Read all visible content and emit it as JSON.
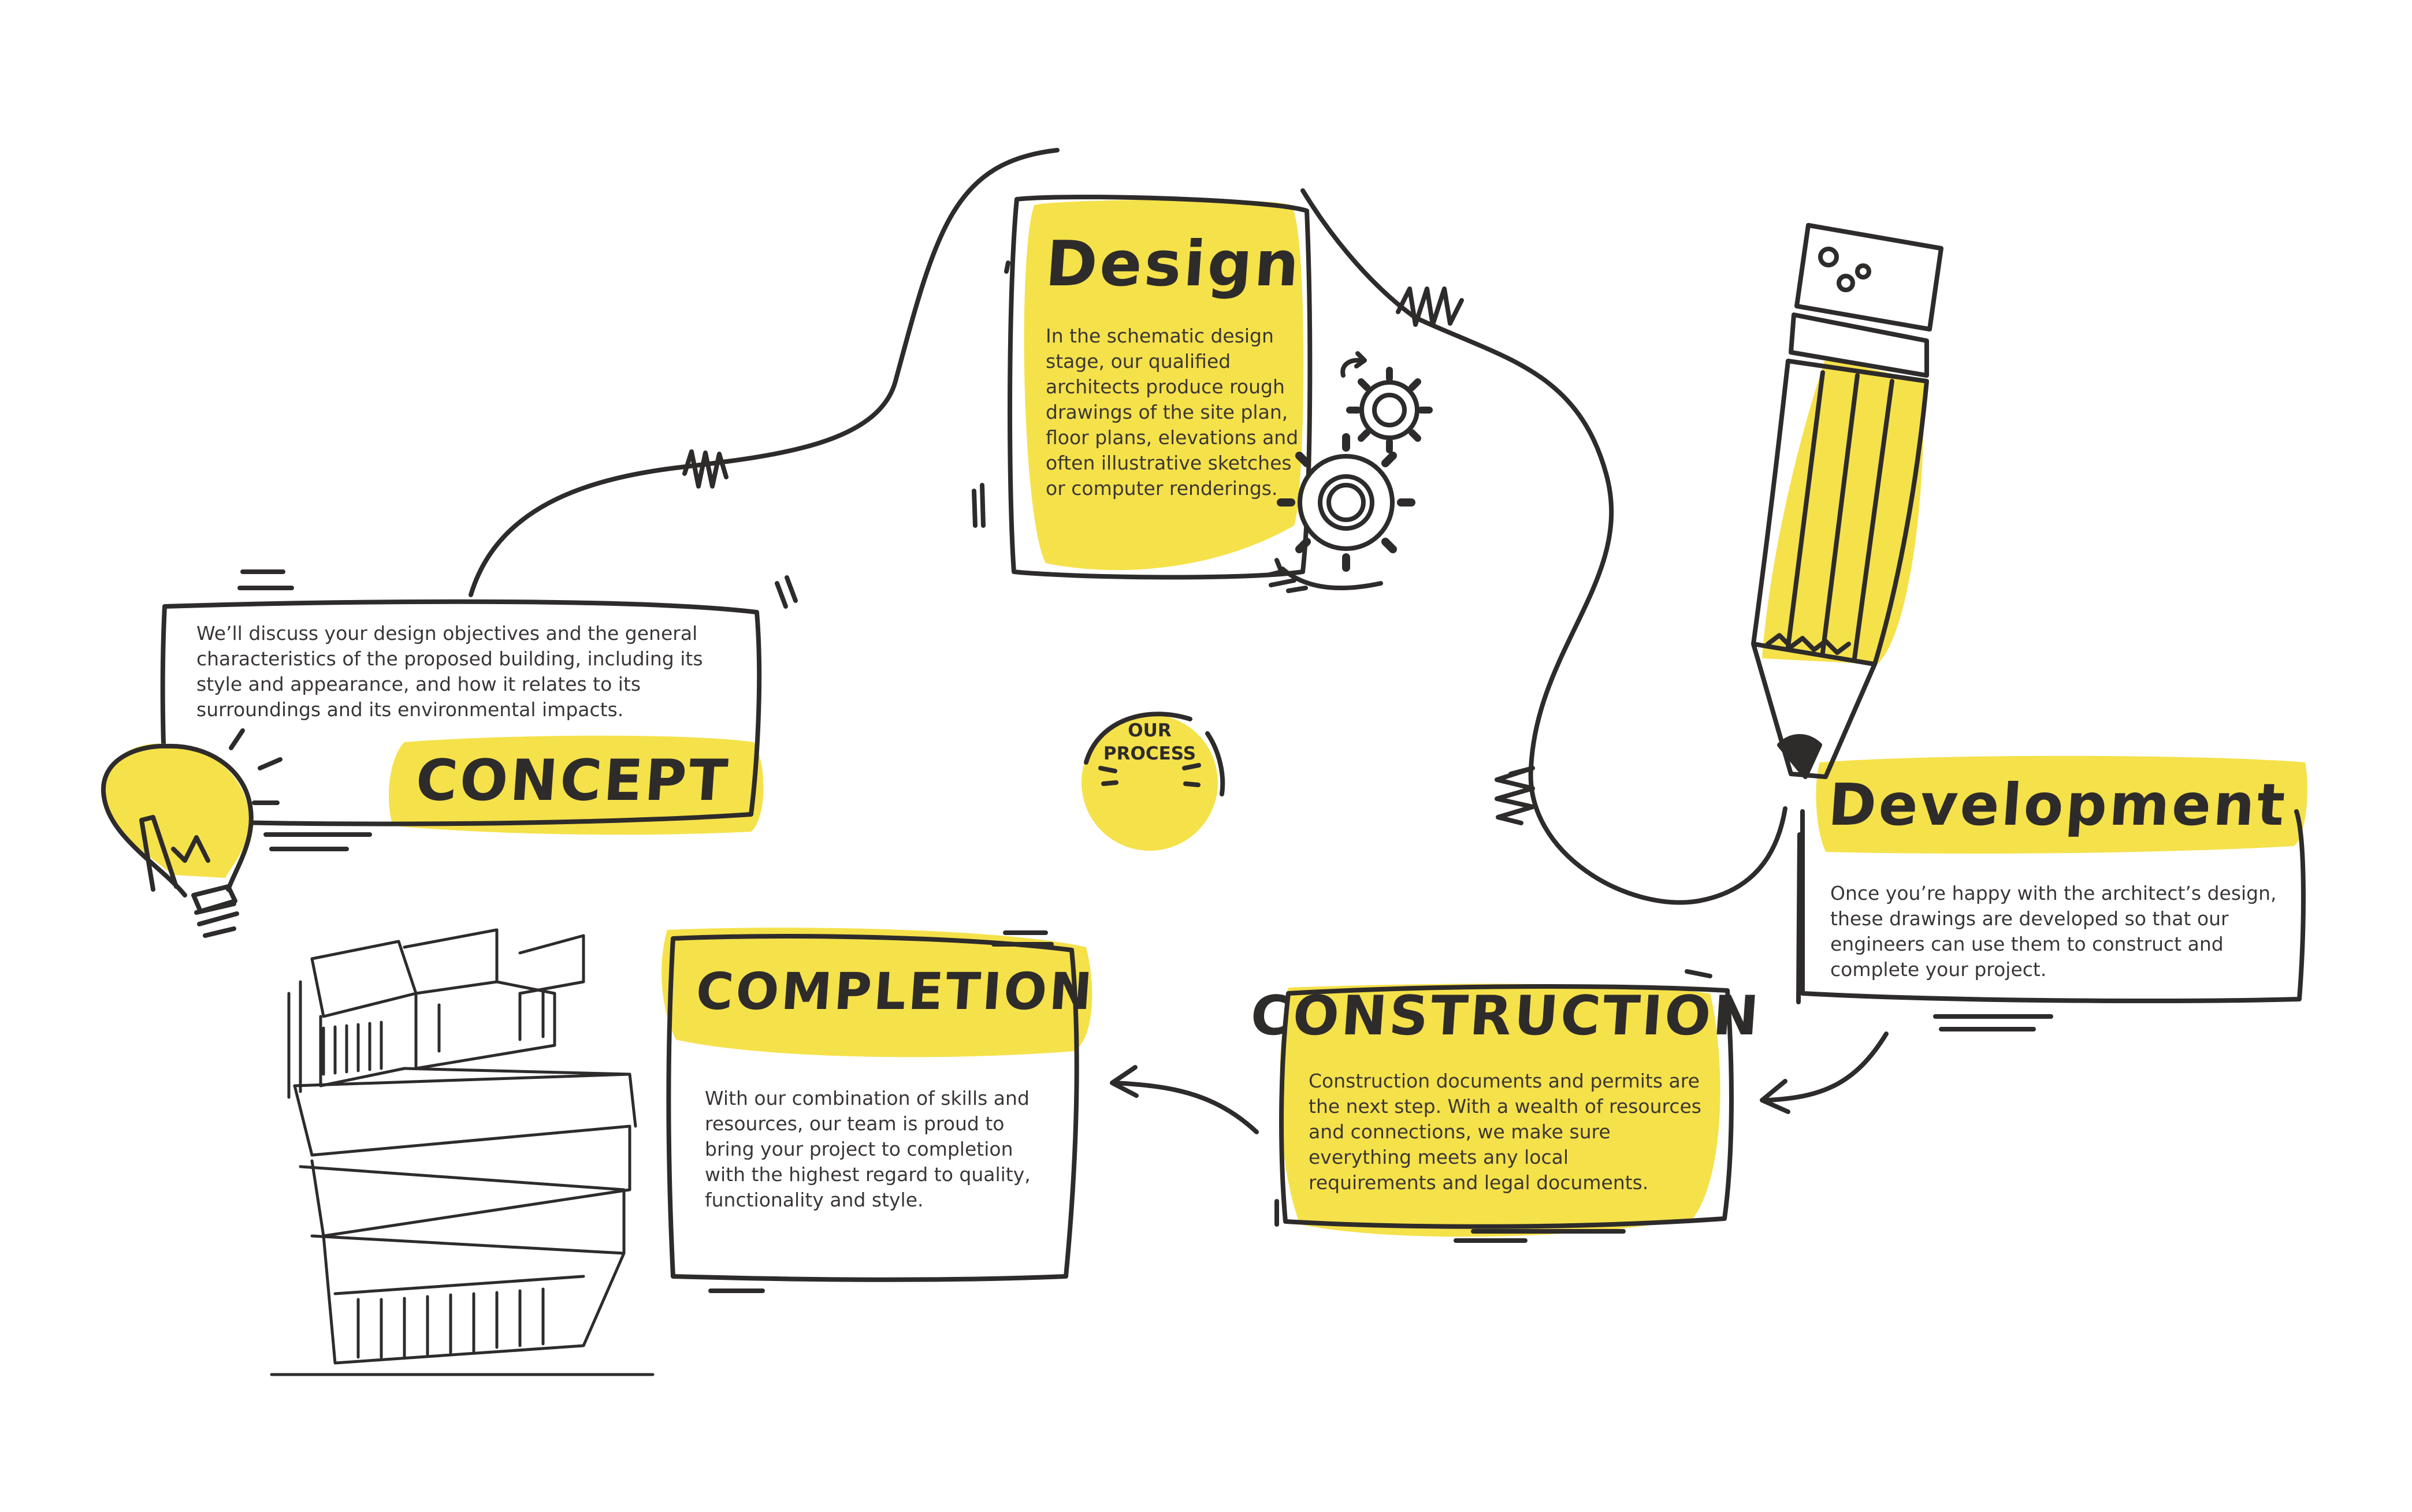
{
  "center": {
    "line1": "OUR",
    "line2": "PROCESS"
  },
  "steps": [
    {
      "title": "Design",
      "text": "In the schematic design stage, our qualified architects produce rough drawings of the site plan, floor plans, elevations and often illustrative sketches or computer renderings.",
      "icon": "gears-icon"
    },
    {
      "title": "Concept",
      "text": "We’ll discuss your design objectives and the general characteristics of the proposed building, including its style and appearance, and how it relates to its surroundings and its environmental impacts.",
      "icon": "lightbulb-icon"
    },
    {
      "title": "Development",
      "text": "Once you’re happy with the architect’s design, these drawings are developed so that our engineers can use them to construct and complete your project.",
      "icon": "pencil-icon"
    },
    {
      "title": "Construction",
      "text": "Construction documents and permits are the next step. With a wealth of resources and connections, we make sure everything meets any local requirements and legal documents."
    },
    {
      "title": "Completion",
      "text": "With our combination of skills and resources, our team is proud to bring your project to completion with the highest regard to quality, functionality and style.",
      "icon": "building-sketch-icon"
    }
  ],
  "colors": {
    "accent": "#f5e14a",
    "ink": "#2e2b2b"
  }
}
